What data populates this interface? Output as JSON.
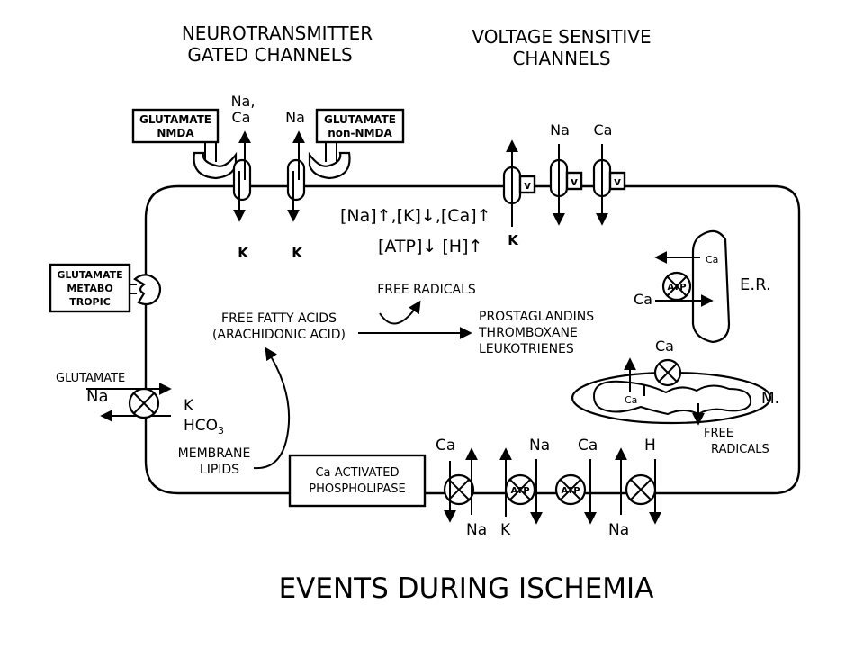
{
  "title": "EVENTS DURING ISCHEMIA",
  "headers": {
    "neuro_line1": "NEUROTRANSMITTER",
    "neuro_line2": "GATED CHANNELS",
    "volt_line1": "VOLTAGE SENSITIVE",
    "volt_line2": "CHANNELS"
  },
  "receptors": {
    "nmda_line1": "GLUTAMATE",
    "nmda_line2": "NMDA",
    "nonnmda_line1": "GLUTAMATE",
    "nonnmda_line2": "non-NMDA",
    "metabo_line1": "GLUTAMATE",
    "metabo_line2": "METABO",
    "metabo_line3": "TROPIC"
  },
  "ions": {
    "na": "Na",
    "ca": "Ca",
    "k": "K",
    "h": "H",
    "na_ca": "Na,",
    "hco3": "HCO",
    "hco3_sub": "3",
    "v": "v"
  },
  "concentrations": {
    "line1": "[Na]↑,[K]↓,[Ca]↑",
    "line2": "[ATP]↓ [H]↑"
  },
  "pathway": {
    "free_radicals": "FREE RADICALS",
    "ffa_line1": "FREE FATTY ACIDS",
    "ffa_line2": "(ARACHIDONIC ACID)",
    "products_line1": "PROSTAGLANDINS",
    "products_line2": "THROMBOXANE",
    "products_line3": "LEUKOTRIENES",
    "lipids_line1": "MEMBRANE",
    "lipids_line2": "LIPIDS",
    "phospholipase_line1": "Ca-ACTIVATED",
    "phospholipase_line2": "PHOSPHOLIPASE"
  },
  "organelles": {
    "er": "E.R.",
    "mito": "M.",
    "atp": "ATP",
    "mito_free_radicals_line1": "FREE",
    "mito_free_radicals_line2": "RADICALS"
  },
  "exchanger": {
    "glutamate": "GLUTAMATE"
  }
}
